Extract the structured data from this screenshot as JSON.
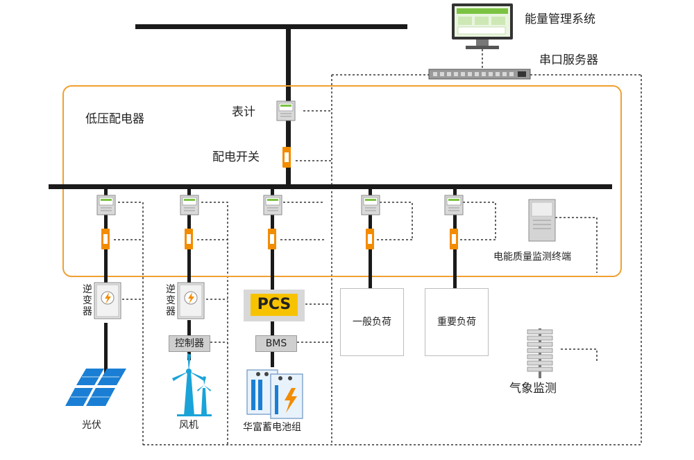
{
  "labels": {
    "ems": "能量管理系统",
    "serial_server": "串口服务器",
    "low_voltage_panel": "低压配电器",
    "meter": "表计",
    "breaker": "配电开关",
    "inverter": "逆变器",
    "pcs": "PCS",
    "controller": "控制器",
    "bms": "BMS",
    "general_load": "一般负荷",
    "important_load": "重要负荷",
    "pq_terminal": "电能质量监测终端",
    "weather": "气象监测",
    "pv": "光伏",
    "wind": "风机",
    "battery": "华富蓄电池组"
  },
  "colors": {
    "bus": "#1a1a1a",
    "panel_border": "#f0a030",
    "breaker": "#f28c00",
    "pcs_fill": "#f7c300",
    "pv_blue": "#1a7fd4",
    "wind_cyan": "#1aa3d8",
    "monitor_screen": "#7cc242",
    "dashed": "#333333"
  }
}
